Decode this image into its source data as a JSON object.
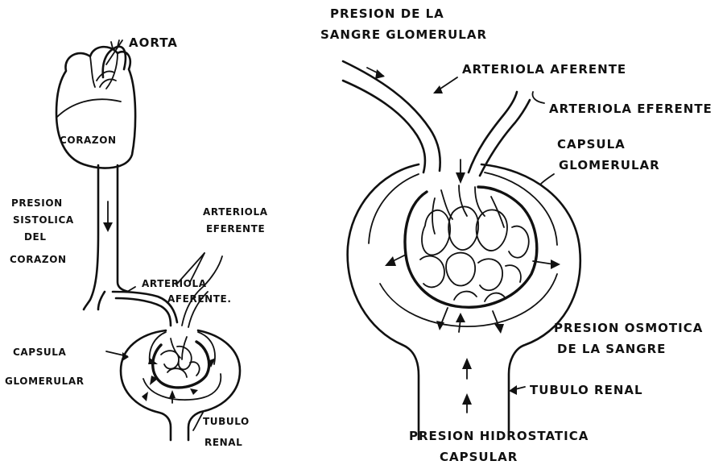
{
  "left_diagram": {
    "aorta": "AORTA",
    "heart": "CORAZON",
    "systolic_pressure": [
      "PRESION",
      "SISTOLICA",
      "DEL",
      "CORAZON"
    ],
    "efferent_arteriole": [
      "ARTERIOLA",
      "EFERENTE"
    ],
    "afferent_arteriole": [
      "ARTERIOLA",
      "AFERENTE."
    ],
    "glomerular_capsule": [
      "CAPSULA",
      "GLOMERULAR"
    ],
    "renal_tubule": [
      "TUBULO",
      "RENAL"
    ]
  },
  "right_diagram": {
    "glomerular_blood_pressure": [
      "PRESION DE LA",
      "SANGRE GLOMERULAR"
    ],
    "afferent_arteriole": "ARTERIOLA AFERENTE",
    "efferent_arteriole": "ARTERIOLA EFERENTE",
    "glomerular_capsule": [
      "CAPSULA",
      "GLOMERULAR"
    ],
    "blood_osmotic_pressure": [
      "PRESION OSMOTICA",
      "DE LA SANGRE"
    ],
    "renal_tubule": "TUBULO RENAL",
    "capsular_hydrostatic_pressure": [
      "PRESION HIDROSTATICA",
      "CAPSULAR"
    ]
  }
}
